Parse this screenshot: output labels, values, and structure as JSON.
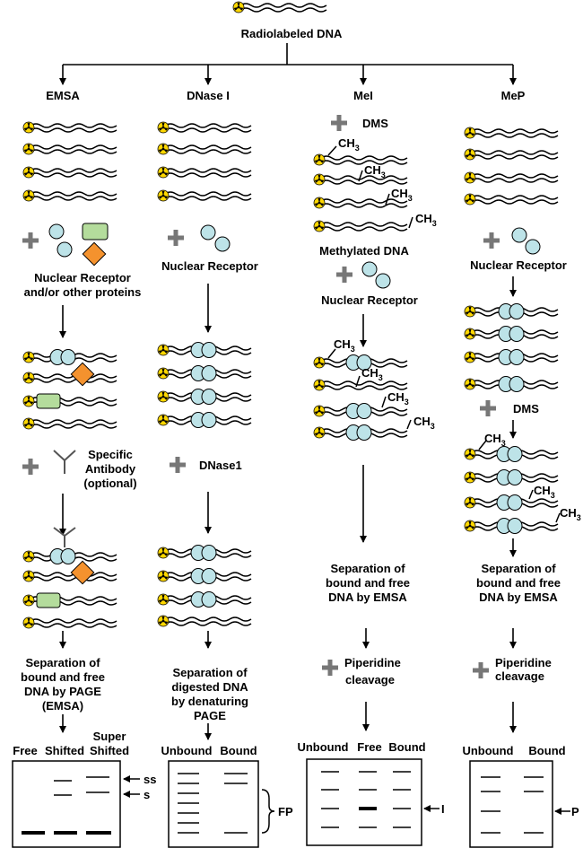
{
  "title": "Radiolabeled DNA",
  "columns": [
    {
      "name": "EMSA"
    },
    {
      "name": "DNase I"
    },
    {
      "name": "MeI"
    },
    {
      "name": "MeP"
    }
  ],
  "emsa": {
    "step1": "Nuclear Receptor",
    "step1b": "and/or other proteins",
    "step2a": "Specific",
    "step2b": "Antibody",
    "step2c": "(optional)",
    "sep": [
      "Separation of",
      "bound and free",
      "DNA by PAGE",
      "(EMSA)"
    ],
    "lanes": [
      "Free",
      "Shifted",
      "Super",
      "Shifted"
    ],
    "ss": "ss",
    "s": "s"
  },
  "dnase": {
    "step1": "Nuclear Receptor",
    "step2": "DNase1",
    "sep": [
      "Separation of",
      "digested DNA",
      "by denaturing",
      "PAGE"
    ],
    "lanes": [
      "Unbound",
      "Bound"
    ],
    "fp": "FP"
  },
  "mei": {
    "dms": "DMS",
    "ch3": "CH",
    "sub3": "3",
    "methylated": "Methylated DNA",
    "step1": "Nuclear Receptor",
    "sep": [
      "Separation of",
      "bound and free",
      "DNA by EMSA"
    ],
    "pip": [
      "Piperidine",
      "cleavage"
    ],
    "lanes": [
      "Unbound",
      "Free",
      "Bound"
    ],
    "i": "I"
  },
  "mep": {
    "step1": "Nuclear Receptor",
    "dms": "DMS",
    "sep": [
      "Separation of",
      "bound and free",
      "DNA by EMSA"
    ],
    "pip": [
      "Piperidine",
      "cleavage"
    ],
    "lanes": [
      "Unbound",
      "Bound"
    ],
    "p": "P"
  },
  "colors": {
    "protein": "#bde3e8",
    "green_protein": "#b4dc9c",
    "orange_protein": "#f4922e",
    "plus": "#777777",
    "radio_yellow": "#ffd800"
  }
}
